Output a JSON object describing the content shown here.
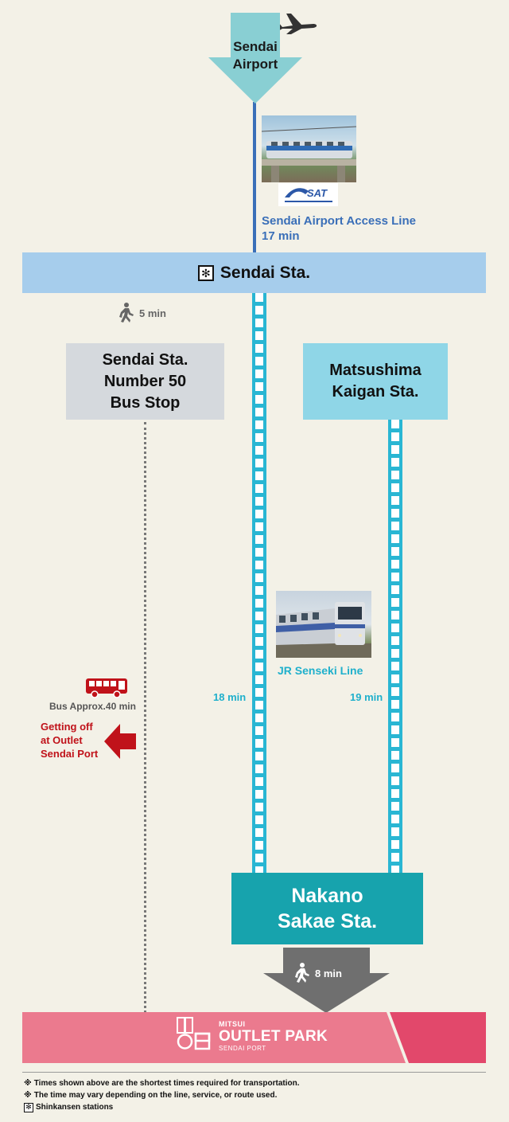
{
  "origin": {
    "label": "Sendai Airport"
  },
  "access_line": {
    "name": "Sendai Airport Access Line",
    "time": "17 min"
  },
  "sendai_station": {
    "label": "Sendai Sta.",
    "mark": "✻"
  },
  "walk_to_busstop": {
    "time": "5 min"
  },
  "bus_stop": {
    "label": "Sendai Sta.\nNumber 50\nBus Stop"
  },
  "matsushima": {
    "label": "Matsushima\nKaigan Sta."
  },
  "senseki_line": {
    "name": "JR Senseki Line",
    "time_from_sendai": "18 min",
    "time_from_matsushima": "19 min"
  },
  "bus": {
    "time": "Bus Approx.40 min",
    "getoff": "Getting off\nat Outlet\nSendai Port"
  },
  "nakano": {
    "label": "Nakano\nSakae Sta."
  },
  "walk_to_outlet": {
    "time": "8 min"
  },
  "outlet": {
    "brand": "MITSUI",
    "name": "OUTLET PARK",
    "location": "SENDAI PORT"
  },
  "notes": [
    {
      "mark": "※",
      "text": "Times shown above are the shortest times required for transportation."
    },
    {
      "mark": "※",
      "text": "The time may vary depending on the line, service, or route used."
    },
    {
      "mark": "✻",
      "text": "Shinkansen stations"
    }
  ],
  "colors": {
    "background": "#f3f1e7",
    "airport_arrow": "#89cfd3",
    "access_line": "#3a6fb8",
    "sendai_station": "#a6cdec",
    "bus_stop": "#d5d9dd",
    "matsushima": "#8fd6e7",
    "senseki_line": "#29b6d3",
    "nakano": "#17a3ad",
    "walk_arrow": "#6f6f6f",
    "bus": "#c0121a",
    "outlet_pink": "#eb7a8e",
    "outlet_red": "#e2486b"
  }
}
